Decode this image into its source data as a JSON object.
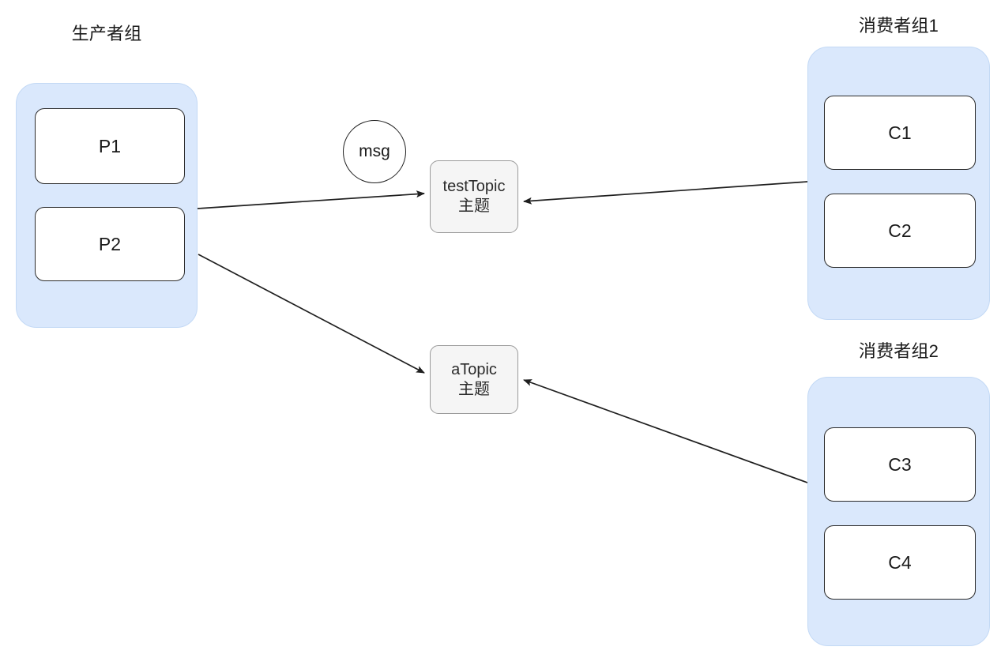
{
  "diagram": {
    "title": "MQ producer group to topic to consumer groups",
    "background": "#ffffff",
    "group_fill": "#dae8fc",
    "node_fill": "#ffffff",
    "topic_fill": "#f5f5f5",
    "edge_color": "#1f1f1f"
  },
  "producer_group": {
    "label": "生产者组",
    "members": [
      {
        "label": "P1"
      },
      {
        "label": "P2"
      }
    ]
  },
  "topics": [
    {
      "id": "testTopic",
      "name": "testTopic",
      "suffix": "主题"
    },
    {
      "id": "aTopic",
      "name": "aTopic",
      "suffix": "主题"
    }
  ],
  "message": {
    "label": "msg"
  },
  "consumer_groups": [
    {
      "label": "消费者组1",
      "members": [
        {
          "label": "C1"
        },
        {
          "label": "C2"
        }
      ]
    },
    {
      "label": "消费者组2",
      "members": [
        {
          "label": "C3"
        },
        {
          "label": "C4"
        }
      ]
    }
  ],
  "edges": [
    {
      "from": "producer-group",
      "to": "testTopic",
      "direction": "to-topic"
    },
    {
      "from": "producer-group",
      "to": "aTopic",
      "direction": "to-topic"
    },
    {
      "from": "consumer-group-1",
      "to": "testTopic",
      "direction": "to-topic"
    },
    {
      "from": "consumer-group-2",
      "to": "aTopic",
      "direction": "to-topic"
    }
  ]
}
